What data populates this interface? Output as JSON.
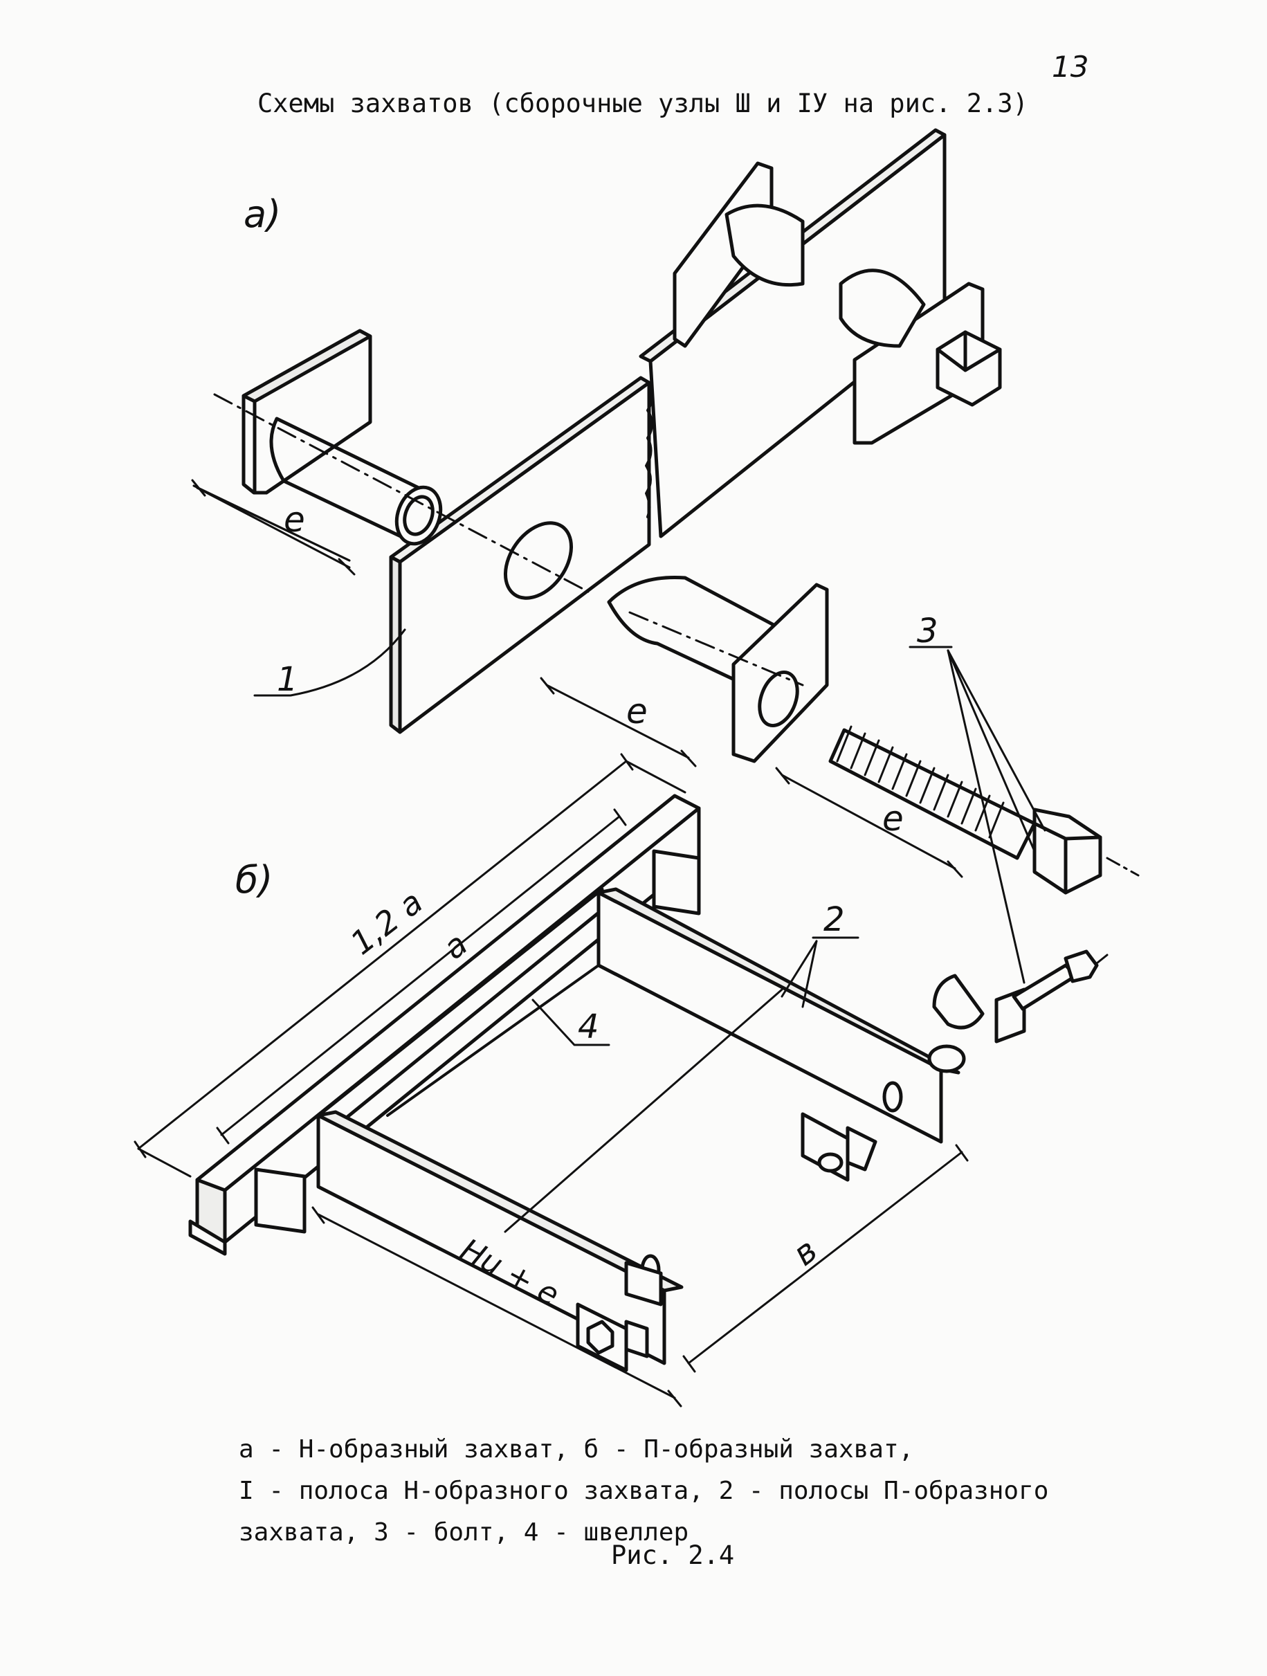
{
  "page_number": "13",
  "title": "Схемы захватов (сборочные узлы  Ш и IУ на рис. 2.3)",
  "diagram": {
    "part_a": {
      "label": "а)",
      "dim_labels": [
        "e",
        "e",
        "e"
      ],
      "callouts": [
        "1",
        "3"
      ]
    },
    "part_b": {
      "label": "б)",
      "dim_labels": [
        "1,2 a",
        "a",
        "Hu + e",
        "в"
      ],
      "callouts": [
        "2",
        "4"
      ]
    }
  },
  "caption_lines": [
    "а - Н-образный захват, б - П-образный захват,",
    "I - полоса Н-образного захвата, 2 - полосы П-образного",
    "захвата, 3 - болт, 4 - швеллер"
  ],
  "figure_label": "Рис. 2.4"
}
